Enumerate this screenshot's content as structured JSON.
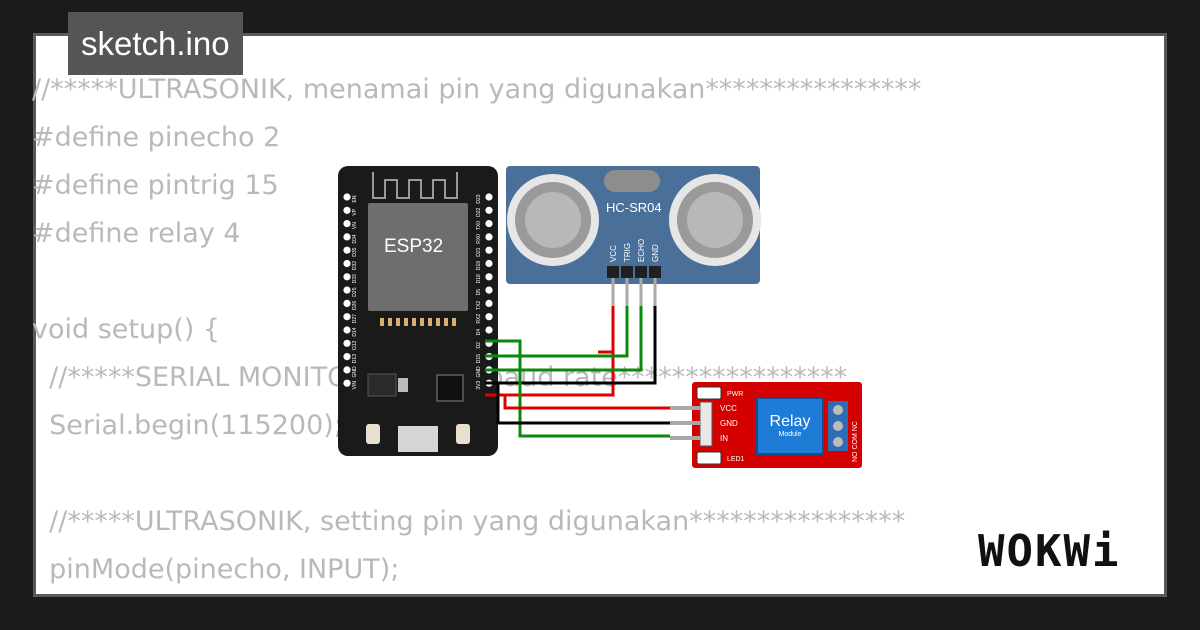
{
  "file_tab": {
    "title": "sketch.ino"
  },
  "code_lines": [
    "//*****ULTRASONIK, menamai pin yang digunakan****************",
    "#define pinecho 2",
    "#define pintrig 15",
    "#define relay 4",
    "",
    "void setup() {",
    "  //*****SERIAL MONITOR, setting baud rate*****************",
    "  Serial.begin(115200);",
    "",
    "  //*****ULTRASONIK, setting pin yang digunakan****************",
    "  pinMode(pinecho, INPUT);"
  ],
  "esp32": {
    "label": "ESP32",
    "left_pins": [
      "EN",
      "VP",
      "VN",
      "D34",
      "D35",
      "D32",
      "D33",
      "D25",
      "D26",
      "D27",
      "D14",
      "D12",
      "D13",
      "GND",
      "VIN"
    ],
    "right_pins": [
      "D23",
      "D22",
      "TX0",
      "RX0",
      "D21",
      "D19",
      "D18",
      "D5",
      "TX2",
      "RX2",
      "D4",
      "D2",
      "D15",
      "GND",
      "3V3"
    ]
  },
  "sensor": {
    "label": "HC-SR04",
    "pins": [
      "VCC",
      "TRIG",
      "ECHO",
      "GND"
    ]
  },
  "relay": {
    "label": "Relay",
    "sublabel": "Module",
    "pins": [
      "VCC",
      "GND",
      "IN"
    ],
    "led_pwr": "PWR",
    "led1": "LED1",
    "contacts": "NO COM NC"
  },
  "brand": {
    "logo": "WOKWi"
  },
  "colors": {
    "wire_red": "#e00000",
    "wire_green": "#0a8a0a",
    "wire_black": "#000000",
    "relay_board": "#d40000",
    "sensor_board": "#46709e"
  }
}
